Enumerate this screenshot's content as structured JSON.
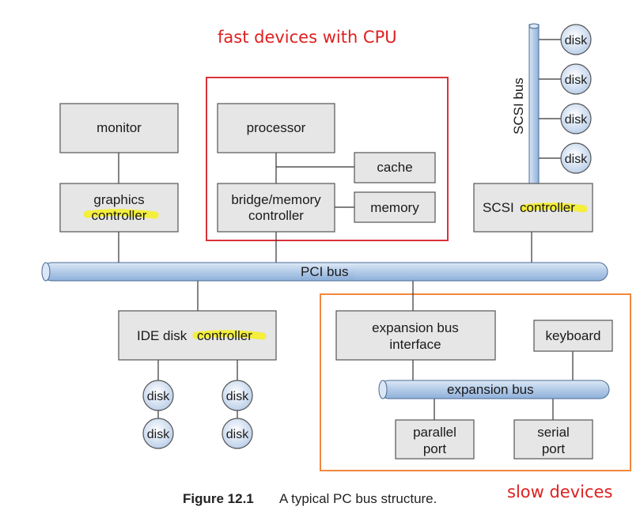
{
  "annotations": {
    "fast": "fast devices with CPU",
    "slow": "slow devices",
    "fast_color": "#e02020",
    "fast_box_color": "#d9323a",
    "slow_box_color": "#f0883e",
    "highlight_color": "#f5ee2a"
  },
  "boxes": {
    "monitor": "monitor",
    "graphics_1": "graphics",
    "graphics_2": "controller",
    "processor": "processor",
    "cache": "cache",
    "bridge_1": "bridge/memory",
    "bridge_2": "controller",
    "memory": "memory",
    "scsi_1": "SCSI",
    "scsi_2": "controller",
    "ide_1": "IDE disk",
    "ide_2": "controller",
    "expansion_1": "expansion bus",
    "expansion_2": "interface",
    "keyboard": "keyboard",
    "parallel_1": "parallel",
    "parallel_2": "port",
    "serial_1": "serial",
    "serial_2": "port"
  },
  "buses": {
    "pci": "PCI bus",
    "scsi": "SCSI bus",
    "expansion": "expansion bus",
    "bus_color": "#b7cfe9"
  },
  "disks": [
    "disk",
    "disk",
    "disk",
    "disk",
    "disk",
    "disk",
    "disk",
    "disk"
  ],
  "caption": {
    "number": "Figure 12.1",
    "text": "A typical PC bus structure."
  }
}
